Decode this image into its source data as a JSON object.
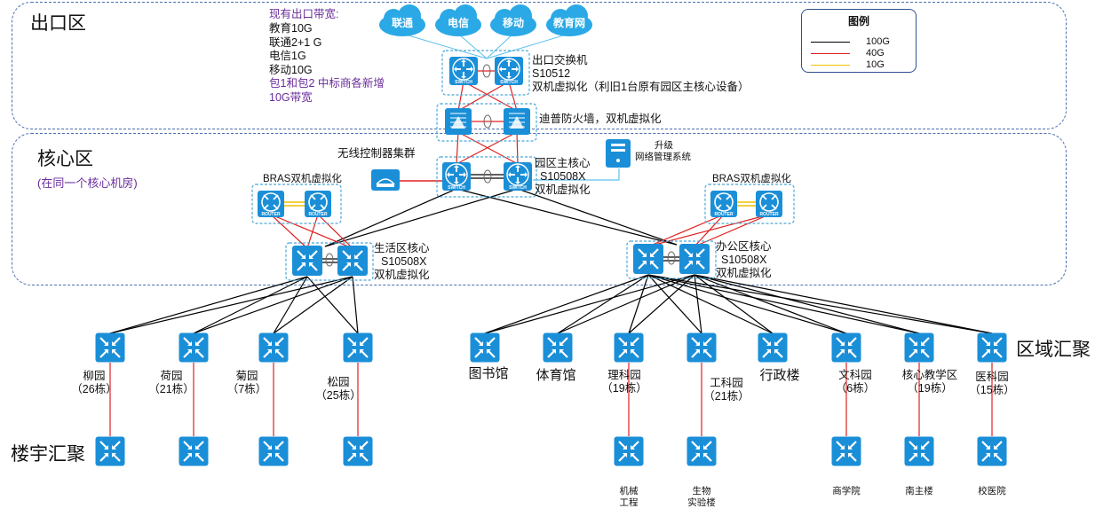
{
  "zones": {
    "export": {
      "title": "出口区"
    },
    "core": {
      "title": "核心区",
      "subtitle": "(在同一个核心机房)"
    },
    "region_label": "区域汇聚",
    "building_label": "楼宇汇聚"
  },
  "bandwidth": {
    "heading": "现有出口带宽:",
    "lines": [
      "教育10G",
      "联通2+1 G",
      "电信1G",
      "移动10G"
    ],
    "note_lines": [
      "包1和包2 中标商各新增",
      "10G带宽"
    ]
  },
  "isps": [
    "联通",
    "电信",
    "移动",
    "教育网"
  ],
  "legend": {
    "title": "图例",
    "items": [
      {
        "label": "100G",
        "color": "#000000"
      },
      {
        "label": "40G",
        "color": "#e02020"
      },
      {
        "label": "10G",
        "color": "#f0c000"
      }
    ]
  },
  "devices": {
    "export_switch": {
      "lines": [
        "出口交换机",
        "S10512",
        "双机虚拟化（利旧1台原有园区主核心设备）"
      ],
      "icon_label": "SWITCH"
    },
    "firewall": {
      "label": "迪普防火墙，双机虚拟化"
    },
    "wlc": {
      "label": "无线控制器集群"
    },
    "campus_core": {
      "lines": [
        "园区主核心",
        "S10508X",
        "双机虚拟化"
      ],
      "icon_label": "SWITCH"
    },
    "nms": {
      "lines": [
        "升级",
        "网络管理系统"
      ]
    },
    "bras_left": {
      "label": "BRAS双机虚拟化",
      "icon_label": "ROUTER"
    },
    "bras_right": {
      "label": "BRAS双机虚拟化",
      "icon_label": "ROUTER"
    },
    "life_core": {
      "lines": [
        "生活区核心",
        "S10508X",
        "双机虚拟化"
      ]
    },
    "office_core": {
      "lines": [
        "办公区核心",
        "S10508X",
        "双机虚拟化"
      ]
    }
  },
  "aggregation": [
    {
      "id": "liuyuan",
      "lines": [
        "柳园",
        "（26栋）"
      ],
      "building": ""
    },
    {
      "id": "heyuan",
      "lines": [
        "荷园",
        "（21栋）"
      ],
      "building": ""
    },
    {
      "id": "juyuan",
      "lines": [
        "菊园",
        "（7栋）"
      ],
      "building": ""
    },
    {
      "id": "songyuan",
      "lines": [
        "松园",
        "（25栋）"
      ],
      "building": ""
    },
    {
      "id": "library",
      "lines": [
        "图书馆"
      ],
      "building": null
    },
    {
      "id": "gym",
      "lines": [
        "体育馆"
      ],
      "building": null
    },
    {
      "id": "science",
      "lines": [
        "理科园",
        "（19栋）"
      ],
      "building": "机械\n工程"
    },
    {
      "id": "engineering",
      "lines": [
        "工科园",
        "（21栋）"
      ],
      "building": "生物\n实验楼"
    },
    {
      "id": "admin",
      "lines": [
        "行政楼"
      ],
      "building": null
    },
    {
      "id": "arts",
      "lines": [
        "文科园",
        "（6栋）"
      ],
      "building": "商学院"
    },
    {
      "id": "teaching",
      "lines": [
        "核心教学区",
        "（19栋）"
      ],
      "building": "南主楼"
    },
    {
      "id": "medical",
      "lines": [
        "医科园",
        "（15栋）"
      ],
      "building": "校医院"
    }
  ],
  "colors": {
    "zone_border": "#4a6fb0",
    "device_fill": "#1a8fd8",
    "cloud_fill": "#2aa9e6",
    "link_100g": "#000000",
    "link_40g": "#e02020",
    "link_10g": "#f0c000",
    "isp_link": "#5cc0ee",
    "note_purple": "#6a2c9c"
  }
}
